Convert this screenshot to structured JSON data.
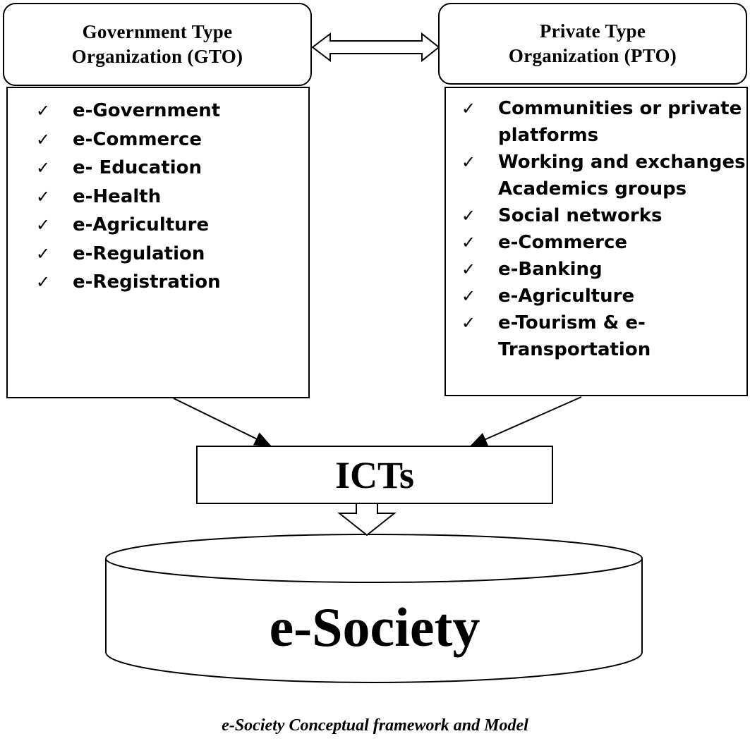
{
  "gto": {
    "title_line1": "Government Type",
    "title_line2": "Organization (GTO)",
    "items": [
      "e-Government",
      "e-Commerce",
      "e- Education",
      "e-Health",
      "e-Agriculture",
      "e-Regulation",
      "e-Registration"
    ]
  },
  "pto": {
    "title_line1": "Private Type",
    "title_line2": "Organization (PTO)",
    "items": [
      "Communities or private platforms",
      "Working and exchanges Academics groups",
      "Social networks",
      "e-Commerce",
      "e-Banking",
      "e-Agriculture",
      "e-Tourism & e-Transportation"
    ]
  },
  "check_glyph": "✓",
  "icts_label": "ICTs",
  "esociety_label": "e-Society",
  "caption": "e-Society Conceptual framework and Model",
  "icons": [
    "double-arrow-icon",
    "arrow-down-icon",
    "check-icon",
    "cylinder-shape"
  ]
}
